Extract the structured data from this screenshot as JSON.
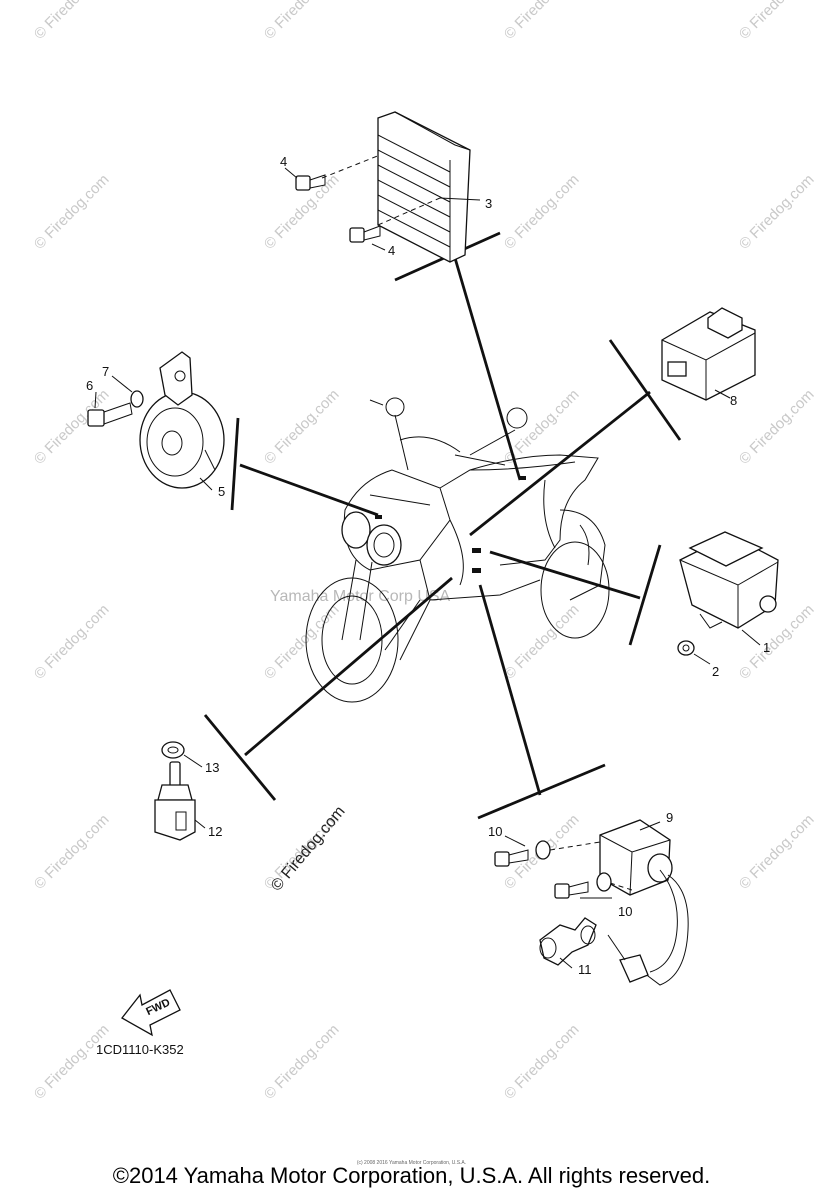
{
  "diagram": {
    "part_code": "1CD1110-K352",
    "fwd_label": "FWD",
    "center_watermark": "Yamaha Motor Corp USA",
    "firedog_watermark": "© Firedog.com",
    "tile_watermark": "© Firedog.com",
    "callouts": [
      "1",
      "2",
      "3",
      "4",
      "4",
      "5",
      "6",
      "7",
      "8",
      "9",
      "10",
      "10",
      "11",
      "12",
      "13"
    ]
  },
  "footer": {
    "copyright": "©2014 Yamaha Motor Corporation, U.S.A. All rights reserved.",
    "small_print": "(c) 2008 2016 Yamaha Motor Corporation, U.S.A."
  }
}
